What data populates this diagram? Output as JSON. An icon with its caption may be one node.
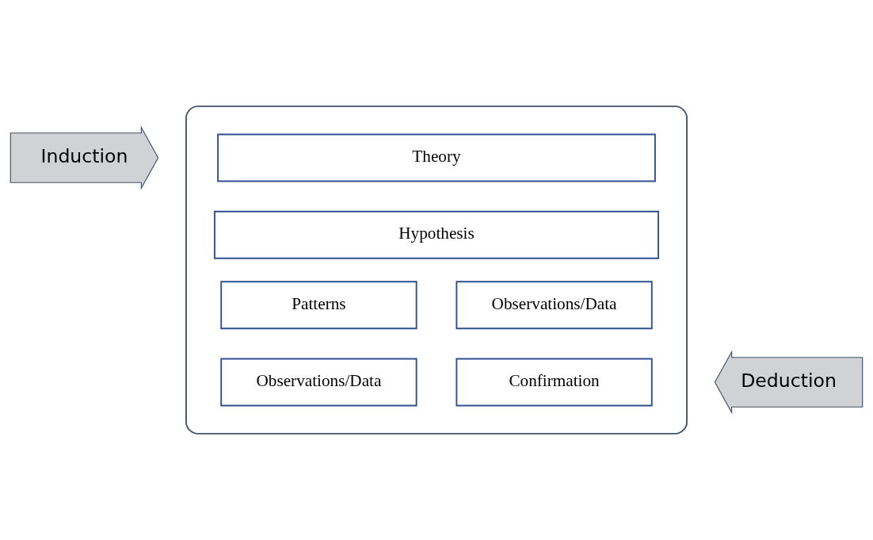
{
  "diagram": {
    "nodes": [
      {
        "text": [
          "Induction"
        ]
      },
      {
        "text": [],
        "shape": "box"
      },
      {
        "text": [
          "Theory"
        ],
        "in": 1
      },
      {
        "text": [
          "Hypothesis"
        ],
        "in": 1
      },
      {
        "text": [
          "Patterns"
        ],
        "in": 1
      },
      {
        "text": [
          "Observations/Data"
        ],
        "in": 1
      },
      {
        "text": [
          "Observations/Data"
        ],
        "in": 1
      },
      {
        "text": [
          "Confirmation"
        ],
        "in": 1
      },
      {
        "text": [
          "Deduction"
        ]
      }
    ]
  }
}
